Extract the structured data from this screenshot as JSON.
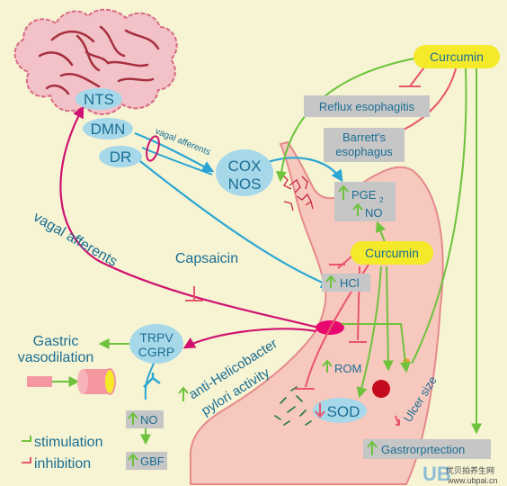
{
  "nodes": {
    "nts": "NTS",
    "dmn": "DMN",
    "dr": "DR",
    "cox": "COX",
    "nos": "NOS",
    "curcumin_top": "Curcumin",
    "curcumin_mid": "Curcumin",
    "reflux": "Reflux esophagitis",
    "barrett_line1": "Barrett's",
    "barrett_line2": "esophagus",
    "pge": "PGE",
    "pge_sub": "2",
    "no_stomach": "NO",
    "hcl": "HCl",
    "capsaicin": "Capsaicin",
    "trpv": "TRPV",
    "cgrp": "CGRP",
    "gastric_line1": "Gastric",
    "gastric_line2": "vasodilation",
    "no_lower": "NO",
    "gbf": "GBF",
    "rom": "ROM",
    "sod": "SOD",
    "ulcer_size": "Ulcer size",
    "gastroprotection": "Gastrorprtection",
    "vagal_small": "vagal afferents",
    "vagal_large": "vagal afferents",
    "antih_line1": "anti-Helicobacter",
    "antih_line2": "pylori activity"
  },
  "legend": {
    "stimulation": "stimulation",
    "inhibition": "inhibition"
  },
  "watermark": {
    "logo": "UB",
    "cn": "优贝拍养生网",
    "url": "www.ubpai.cn"
  },
  "colors": {
    "background": "#f6f4d3",
    "stimulation": "#6ec23c",
    "inhibition": "#e8566c",
    "vagal": "#d0136f",
    "nerve": "#2aa6d4",
    "bubble": "#a7d8ea",
    "gray_box": "#c6c6c6",
    "curcumin": "#f4ea2a",
    "stomach": "#f7c8bd"
  }
}
